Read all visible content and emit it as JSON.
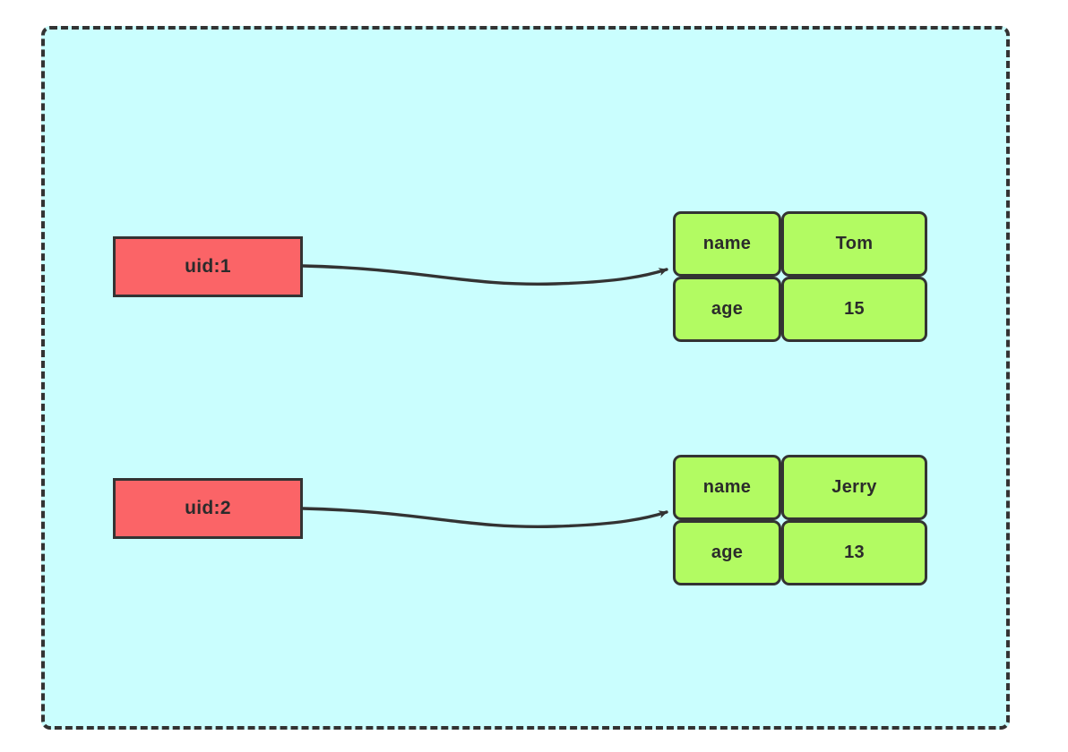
{
  "diagram": {
    "title": "",
    "colors": {
      "container_fill": "#CAFEFE",
      "container_border": "#333333",
      "uid_fill": "#FB6467",
      "record_fill": "#B2FB62",
      "stroke": "#333333",
      "text": "#2B2B2B"
    },
    "container": {
      "name": "dashed-group-container",
      "border_style": "dashed"
    },
    "uid_nodes": [
      {
        "label": "uid:1"
      },
      {
        "label": "uid:2"
      }
    ],
    "record_nodes": [
      {
        "rows": [
          {
            "key": "name",
            "value": "Tom"
          },
          {
            "key": "age",
            "value": "15"
          }
        ]
      },
      {
        "rows": [
          {
            "key": "name",
            "value": "Jerry"
          },
          {
            "key": "age",
            "value": "13"
          }
        ]
      }
    ],
    "edges": [
      {
        "from": "uid:1",
        "to": "name/Tom",
        "arrow": "arrowhead-right"
      },
      {
        "from": "uid:2",
        "to": "name/Jerry",
        "arrow": "arrowhead-right"
      }
    ]
  }
}
